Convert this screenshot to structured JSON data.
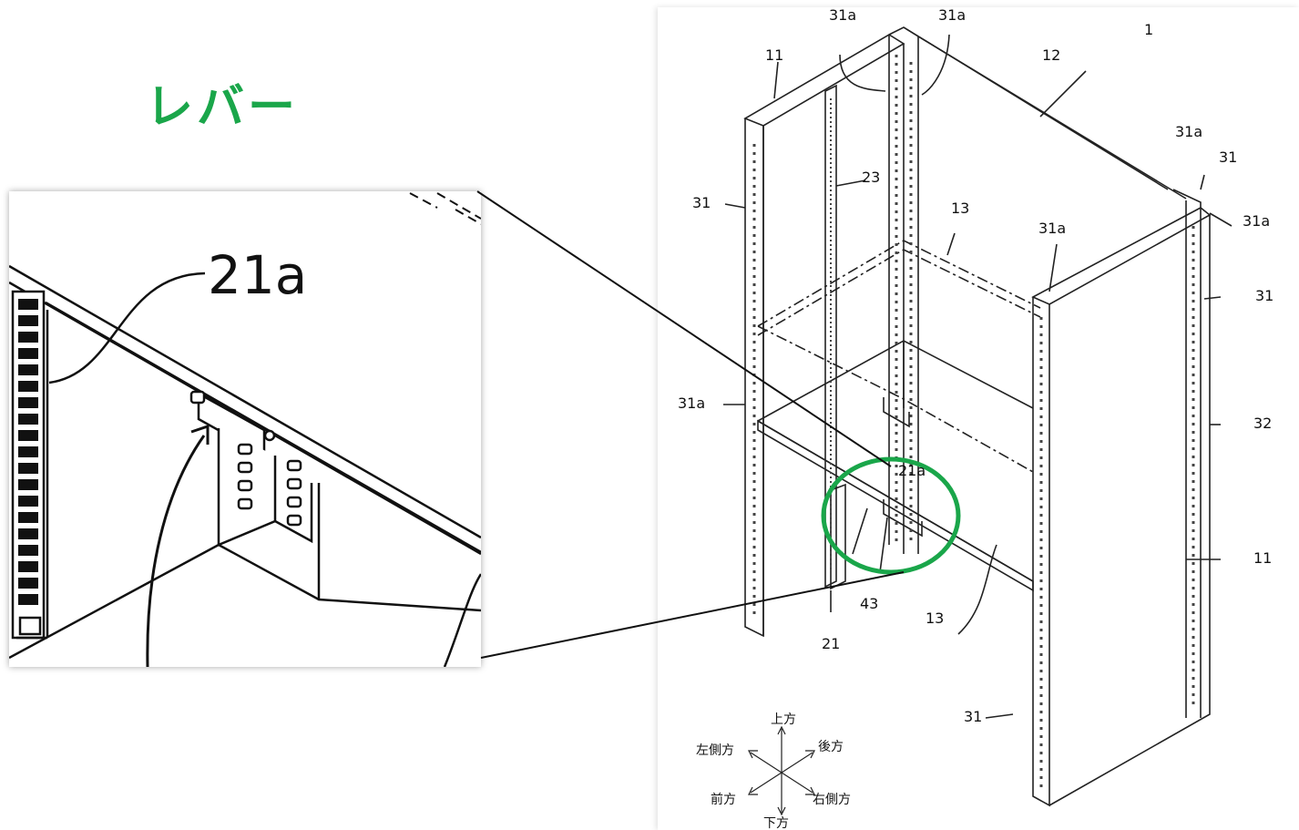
{
  "title": {
    "text": "レバー",
    "color": "#1aa64a"
  },
  "zoom": {
    "label_21a": "21a"
  },
  "diagram": {
    "labels": {
      "l31a_top_left": "31a",
      "l31a_top_right": "31a",
      "l1": "1",
      "l11_top": "11",
      "l12": "12",
      "l31a_rb": "31a",
      "l31_rb": "31",
      "l23": "23",
      "l31_left": "31",
      "l13_top": "13",
      "l31a_mid": "31a",
      "l31a_far_right": "31a",
      "l31_right": "31",
      "l31a_left": "31a",
      "l32": "32",
      "l21a": "21a",
      "l11_right": "11",
      "l43": "43",
      "l13_bottom": "13",
      "l21": "21",
      "l31_bottom": "31"
    },
    "directions": {
      "up": "上方",
      "back": "後方",
      "left_side": "左側方",
      "right_side": "右側方",
      "front": "前方",
      "down": "下方"
    },
    "highlight_color": "#1aa64a"
  }
}
